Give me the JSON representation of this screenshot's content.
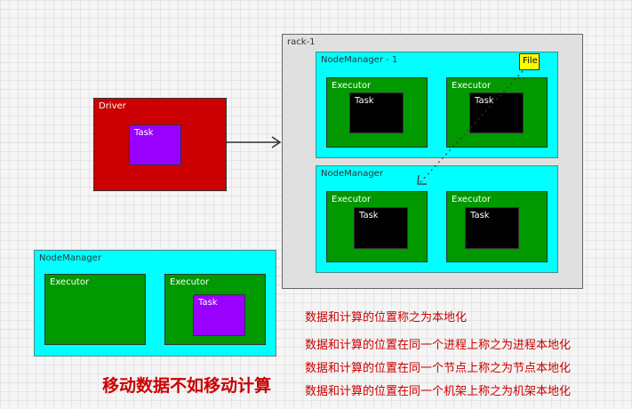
{
  "rack": {
    "label": "rack-1"
  },
  "node_manager_1": {
    "label": "NodeManager - 1",
    "file_label": "File",
    "executors": [
      {
        "label": "Executor",
        "task": "Task"
      },
      {
        "label": "Executor",
        "task": "Task"
      }
    ]
  },
  "node_manager_2": {
    "label": "NodeManager",
    "executors": [
      {
        "label": "Executor",
        "task": "Task"
      },
      {
        "label": "Executor",
        "task": "Task"
      }
    ]
  },
  "driver": {
    "label": "Driver",
    "task": "Task"
  },
  "node_manager_3": {
    "label": "NodeManager",
    "executors": [
      {
        "label": "Executor"
      },
      {
        "label": "Executor",
        "task": "Task"
      }
    ]
  },
  "notes": [
    "数据和计算的位置称之为本地化",
    "数据和计算的位置在同一个进程上称之为进程本地化",
    "数据和计算的位置在同一个节点上称之为节点本地化",
    "数据和计算的位置在同一个机架上称之为机架本地化"
  ],
  "slogan": "移动数据不如移动计算",
  "colors": {
    "rack": "#e0e0e0",
    "node_manager": "#00ffff",
    "executor": "#009900",
    "task_remote": "#000000",
    "task_local": "#9900ff",
    "driver": "#cc0000",
    "file": "#ffff00",
    "note_text": "#cc0000"
  }
}
